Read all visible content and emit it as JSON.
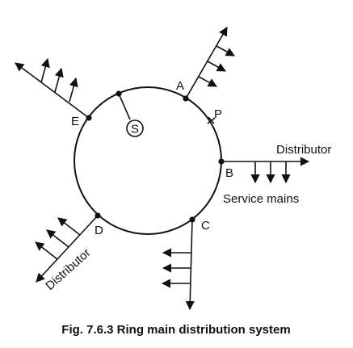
{
  "diagram": {
    "points": {
      "a": "A",
      "b": "B",
      "c": "C",
      "d": "D",
      "e": "E",
      "p": "P",
      "s": "S"
    },
    "labels": {
      "distributor_right": "Distributor",
      "distributor_lower_left": "Distributor",
      "service_mains": "Service mains"
    },
    "caption": "Fig. 7.6.3 Ring main distribution system"
  }
}
